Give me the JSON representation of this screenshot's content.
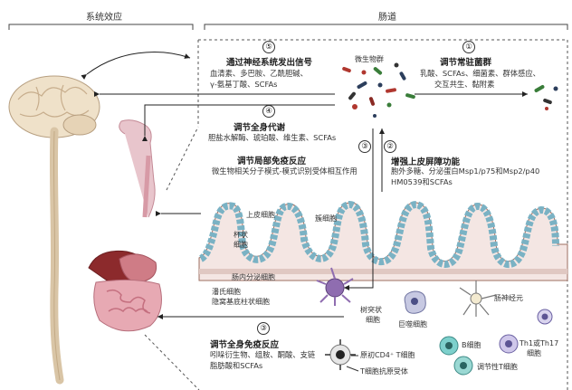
{
  "headers": {
    "left": "系统效应",
    "right": "肠道"
  },
  "microbiota_label": "微生物群",
  "items": [
    {
      "num": "⑤",
      "title": "通过神经系统发出信号",
      "body": [
        "血清素、多巴胺、乙酰胆碱、",
        "γ-氨基丁酸、SCFAs"
      ]
    },
    {
      "num": "①",
      "title": "调节常驻菌群",
      "body": [
        "乳酸、SCFAs、细菌素、群体感应、",
        "交互共生、黏附素"
      ]
    },
    {
      "num": "④",
      "title": "调节全身代谢",
      "body": [
        "胆盐水解酶、琥珀酸、维生素、SCFAs"
      ]
    },
    {
      "num": "③",
      "title": "调节局部免疫反应",
      "body": [
        "微生物相关分子模式-模式识别受体相互作用"
      ]
    },
    {
      "num": "②",
      "title": "增强上皮屏障功能",
      "body": [
        "胞外多糖、分泌蛋白Msp1/p75和Msp2/p40",
        "HM0539和SCFAs"
      ]
    },
    {
      "num": "③",
      "title": "调节全身免疫反应",
      "body": [
        "吲哚衍生物、组胺、酮酸、支链",
        "脂肪酸和SCFAs"
      ]
    }
  ],
  "cell_labels": {
    "epithelial": "上皮细胞",
    "goblet": [
      "杯状",
      "细胞"
    ],
    "paneth": "簇细胞",
    "enteroendocrine": "肠内分泌细胞",
    "paneth_cell": "潘氏细胞",
    "crypt_base": "隐窝基底柱状细胞",
    "dendritic": [
      "树突状",
      "细胞"
    ],
    "macrophage": "巨噬细胞",
    "enteric_neuron": "肠神经元",
    "naive_t": "原初CD4⁺ T细胞",
    "tcr": "T细胞抗原受体",
    "b_cell": "B细胞",
    "th": [
      "Th1或Th17",
      "细胞"
    ],
    "treg": "调节性T细胞"
  }
}
